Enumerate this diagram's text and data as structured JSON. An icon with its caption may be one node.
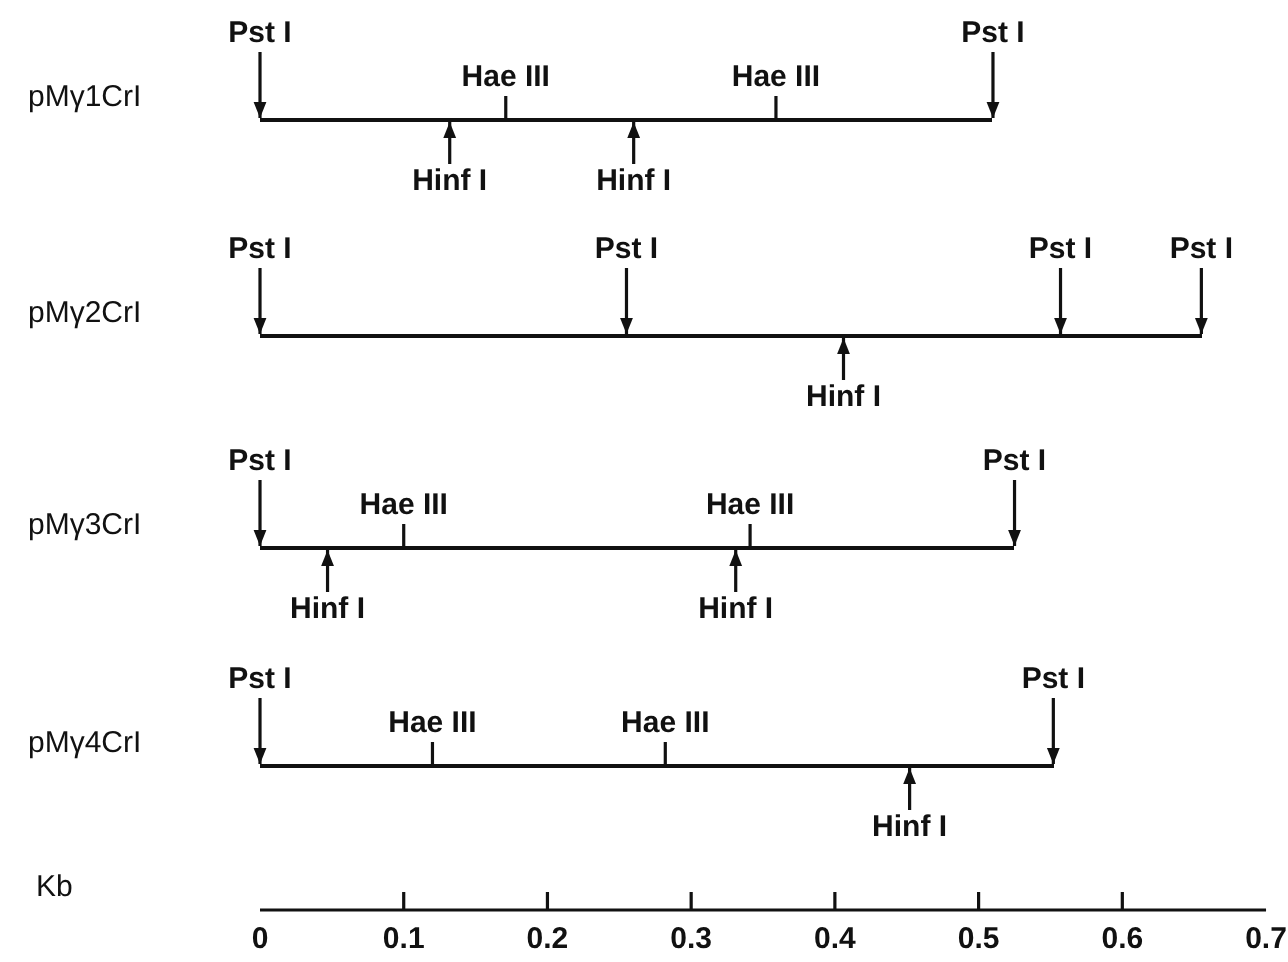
{
  "diagram": {
    "nodes": [
      {
        "text": [
          "Pst I"
        ]
      },
      {
        "text": [
          "Hae III"
        ]
      },
      {
        "text": [
          "Hae III"
        ]
      },
      {
        "text": [
          "Pst I"
        ]
      },
      {
        "text": [],
        "shape": "bar"
      },
      {
        "text": [
          "Hinf I"
        ]
      },
      {
        "text": [
          "Hinf I"
        ]
      },
      {
        "text": [
          "Pst I"
        ]
      },
      {
        "text": [
          "Pst I"
        ]
      },
      {
        "text": [
          "Pst I"
        ]
      },
      {
        "text": [
          "Pst I"
        ]
      },
      {
        "text": [],
        "shape": "bar"
      },
      {
        "text": [
          "Hinf I"
        ]
      },
      {
        "text": [
          "Pst I"
        ]
      },
      {
        "text": [
          "Hae III"
        ]
      },
      {
        "text": [
          "Hae III"
        ]
      },
      {
        "text": [
          "Pst I"
        ]
      },
      {
        "text": [],
        "shape": "bar"
      },
      {
        "text": [
          "Hinf I"
        ]
      },
      {
        "text": [
          "Hinf I"
        ]
      },
      {
        "text": [
          "Pst I"
        ]
      },
      {
        "text": [
          "Hae III"
        ]
      },
      {
        "text": [
          "Hae III"
        ]
      },
      {
        "text": [
          "Pst I"
        ]
      },
      {
        "text": [],
        "shape": "bar"
      },
      {
        "text": [
          "Hinf I"
        ]
      }
    ],
    "edges": [
      {
        "from": 0,
        "to": 4,
        "arrow": "to"
      },
      {
        "from": 1,
        "to": 4,
        "arrow": "none"
      },
      {
        "from": 2,
        "to": 4,
        "arrow": "none"
      },
      {
        "from": 3,
        "to": 4,
        "arrow": "to"
      },
      {
        "from": 5,
        "to": 4,
        "arrow": "to"
      },
      {
        "from": 6,
        "to": 4,
        "arrow": "to"
      },
      {
        "from": 7,
        "to": 11,
        "arrow": "to"
      },
      {
        "from": 8,
        "to": 11,
        "arrow": "to"
      },
      {
        "from": 9,
        "to": 11,
        "arrow": "to"
      },
      {
        "from": 10,
        "to": 11,
        "arrow": "to"
      },
      {
        "from": 12,
        "to": 11,
        "arrow": "to"
      },
      {
        "from": 13,
        "to": 17,
        "arrow": "to"
      },
      {
        "from": 14,
        "to": 17,
        "arrow": "none"
      },
      {
        "from": 15,
        "to": 17,
        "arrow": "none"
      },
      {
        "from": 16,
        "to": 17,
        "arrow": "to"
      },
      {
        "from": 18,
        "to": 17,
        "arrow": "to"
      },
      {
        "from": 19,
        "to": 17,
        "arrow": "to"
      },
      {
        "from": 20,
        "to": 24,
        "arrow": "to"
      },
      {
        "from": 21,
        "to": 24,
        "arrow": "none"
      },
      {
        "from": 22,
        "to": 24,
        "arrow": "none"
      },
      {
        "from": 23,
        "to": 24,
        "arrow": "to"
      },
      {
        "from": 25,
        "to": 24,
        "arrow": "to"
      }
    ],
    "labels": [
      "pMγ1CrI",
      "pMγ2CrI",
      "pMγ3CrI",
      "pMγ4CrI",
      "Kb",
      "0",
      "0.1",
      "0.2",
      "0.3",
      "0.4",
      "0.5",
      "0.6",
      "0.7"
    ]
  }
}
